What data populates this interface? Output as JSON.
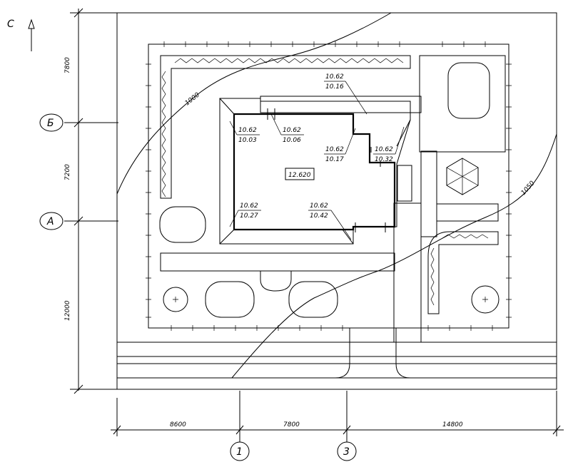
{
  "north_label": "С",
  "axes": {
    "rows": [
      {
        "id": "row-b",
        "label": "Б"
      },
      {
        "id": "row-a",
        "label": "А"
      }
    ],
    "cols": [
      {
        "id": "col-1",
        "label": "1"
      },
      {
        "id": "col-3",
        "label": "3"
      }
    ]
  },
  "dimensions": {
    "vertical": [
      "7800",
      "7200",
      "12000"
    ],
    "horizontal": [
      "8600",
      "7800",
      "14800"
    ]
  },
  "contours": [
    "1000",
    "1050"
  ],
  "building_mark": "12.620",
  "elevations": [
    {
      "top": "10.62",
      "bottom": "10.16"
    },
    {
      "top": "10.62",
      "bottom": "10.03"
    },
    {
      "top": "10.62",
      "bottom": "10.06"
    },
    {
      "top": "10.62",
      "bottom": "10.17"
    },
    {
      "top": "10.62",
      "bottom": "10.32"
    },
    {
      "top": "10.62",
      "bottom": "10.27"
    },
    {
      "top": "10.62",
      "bottom": "10.42"
    }
  ]
}
